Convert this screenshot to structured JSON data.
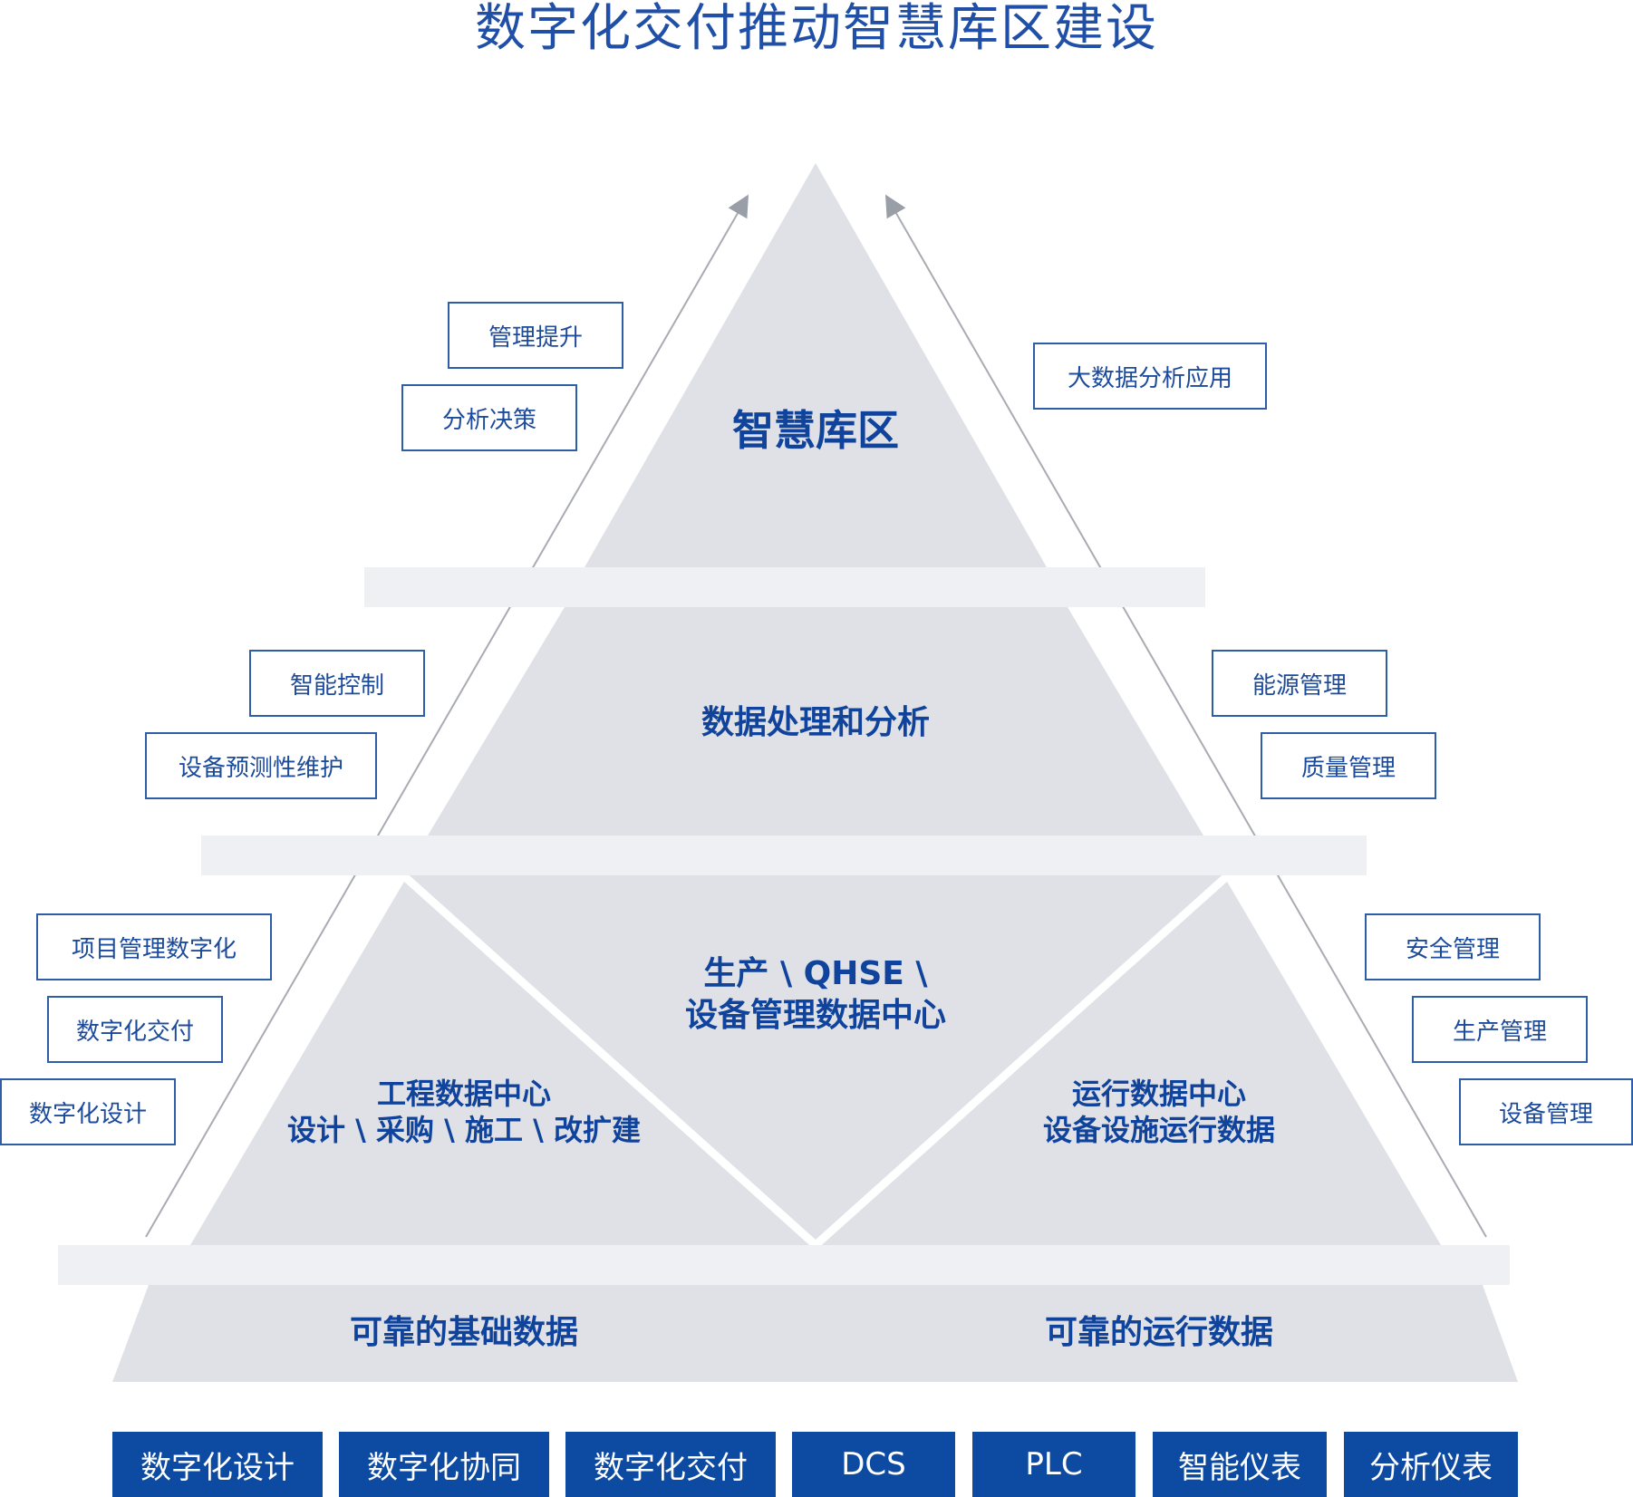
{
  "title": "数字化交付推动智慧库区建设",
  "pyramid": {
    "level1": "智慧库区",
    "level2": "数据处理和分析",
    "level3": {
      "line1": "生产 \\ QHSE \\",
      "line2": "设备管理数据中心"
    },
    "level3_left": {
      "line1": "工程数据中心",
      "line2": "设计 \\ 采购 \\ 施工 \\ 改扩建"
    },
    "level3_right": {
      "line1": "运行数据中心",
      "line2": "设备设施运行数据"
    },
    "base_left": "可靠的基础数据",
    "base_right": "可靠的运行数据"
  },
  "left_boxes": [
    "管理提升",
    "分析决策",
    "智能控制",
    "设备预测性维护",
    "项目管理数字化",
    "数字化交付",
    "数字化设计"
  ],
  "right_boxes": [
    "大数据分析应用",
    "能源管理",
    "质量管理",
    "安全管理",
    "生产管理",
    "设备管理"
  ],
  "bottom_items": [
    "数字化设计",
    "数字化协同",
    "数字化交付",
    "DCS",
    "PLC",
    "智能仪表",
    "分析仪表"
  ],
  "colors": {
    "title": "#1f4fa6",
    "pyramid_fill": "#dfe1e6",
    "band_fill": "#eff0f4",
    "label": "#10449c",
    "box_border": "#2f5ea8",
    "bottom_fill": "#0d4aa2"
  }
}
